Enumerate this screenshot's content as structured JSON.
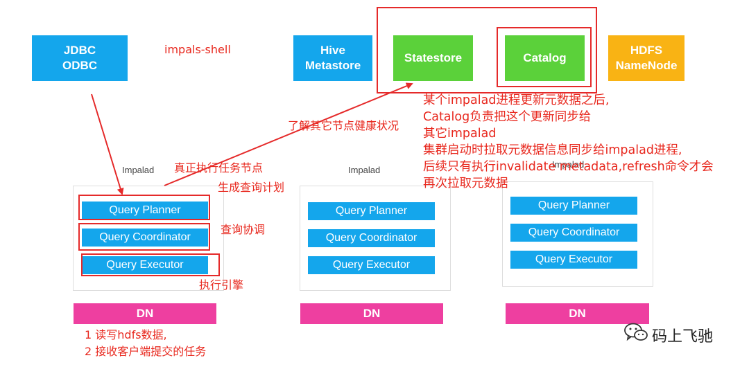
{
  "top_boxes": {
    "jdbc": [
      "JDBC",
      "ODBC"
    ],
    "hive": [
      "Hive",
      "Metastore"
    ],
    "statestore": "Statestore",
    "catalog": "Catalog",
    "hdfs": [
      "HDFS",
      "NameNode"
    ]
  },
  "impalad_nodes": [
    {
      "label": "Impalad",
      "planner": "Query Planner",
      "coordinator": "Query Coordinator",
      "executor": "Query Executor",
      "dn": "DN"
    },
    {
      "label": "Impalad",
      "planner": "Query Planner",
      "coordinator": "Query Coordinator",
      "executor": "Query Executor",
      "dn": "DN"
    },
    {
      "label": "Impalad",
      "planner": "Query Planner",
      "coordinator": "Query Coordinator",
      "executor": "Query Executor",
      "dn": "DN"
    }
  ],
  "annotations": {
    "impals_shell": "impals-shell",
    "health": "了解其它节点健康状况",
    "real_exec": "真正执行任务节点",
    "gen_plan": "生成查询计划",
    "query_coord": "查询协调",
    "exec_engine": "执行引擎",
    "dn_lines": [
      "1 读写hdfs数据,",
      "2 接收客户端提交的任务"
    ],
    "catalog_lines": [
      "某个impalad进程更新元数据之后,",
      "Catalog负责把这个更新同步给",
      "其它impalad",
      "集群启动时拉取元数据信息同步给impalad进程,",
      "后续只有执行invalidate metadata,refresh命令才会",
      "再次拉取元数据"
    ]
  },
  "watermark": "码上飞驰",
  "colors": {
    "blue": "#14a6ec",
    "green": "#5bd13a",
    "orange": "#f9b314",
    "pink": "#ee3fa0",
    "red": "#e52a2a"
  }
}
